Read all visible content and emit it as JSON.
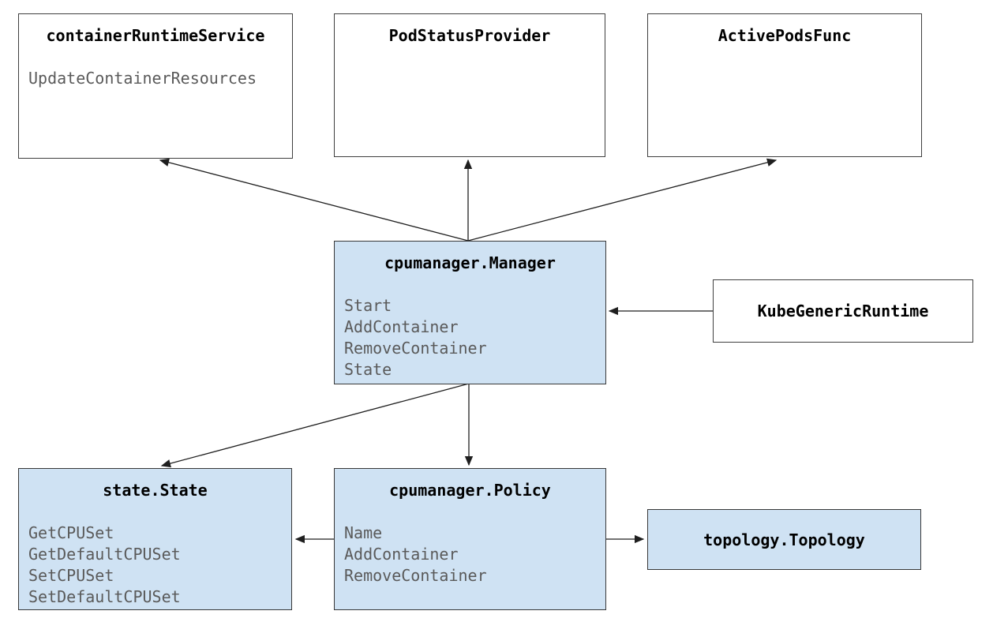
{
  "diagram_type": "architecture-diagram",
  "colors": {
    "background": "#ffffff",
    "box_fill_plain": "#ffffff",
    "box_fill_highlight": "#cfe2f3",
    "box_border": "#3f3f3f",
    "title_text": "#000000",
    "method_text": "#5a5a5a",
    "arrow": "#1f1f1f"
  },
  "boxes": {
    "container_runtime_service": {
      "title": "containerRuntimeService",
      "methods": [
        "UpdateContainerResources"
      ],
      "style": "plain"
    },
    "pod_status_provider": {
      "title": "PodStatusProvider",
      "methods": [],
      "style": "plain"
    },
    "active_pods_func": {
      "title": "ActivePodsFunc",
      "methods": [],
      "style": "plain"
    },
    "cpumanager_manager": {
      "title": "cpumanager.Manager",
      "methods": [
        "Start",
        "AddContainer",
        "RemoveContainer",
        "State"
      ],
      "style": "highlight"
    },
    "kube_generic_runtime": {
      "title": "KubeGenericRuntime",
      "methods": [],
      "style": "plain"
    },
    "state_state": {
      "title": "state.State",
      "methods": [
        "GetCPUSet",
        "GetDefaultCPUSet",
        "SetCPUSet",
        "SetDefaultCPUSet"
      ],
      "style": "highlight"
    },
    "cpumanager_policy": {
      "title": "cpumanager.Policy",
      "methods": [
        "Name",
        "AddContainer",
        "RemoveContainer"
      ],
      "style": "highlight"
    },
    "topology_topology": {
      "title": "topology.Topology",
      "methods": [],
      "style": "highlight"
    }
  },
  "edges": [
    {
      "from": "cpumanager.Manager",
      "to": "containerRuntimeService"
    },
    {
      "from": "cpumanager.Manager",
      "to": "PodStatusProvider"
    },
    {
      "from": "cpumanager.Manager",
      "to": "ActivePodsFunc"
    },
    {
      "from": "KubeGenericRuntime",
      "to": "cpumanager.Manager"
    },
    {
      "from": "cpumanager.Manager",
      "to": "state.State"
    },
    {
      "from": "cpumanager.Manager",
      "to": "cpumanager.Policy"
    },
    {
      "from": "cpumanager.Policy",
      "to": "state.State"
    },
    {
      "from": "cpumanager.Policy",
      "to": "topology.Topology"
    }
  ]
}
